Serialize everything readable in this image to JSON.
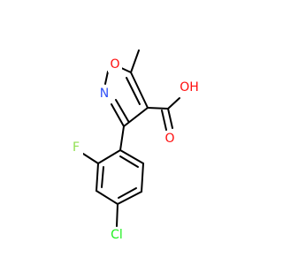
{
  "molecule": {
    "atoms": {
      "o_ring": {
        "text": "O",
        "color": "#ff0d0d"
      },
      "n_ring": {
        "text": "N",
        "color": "#3050f8"
      },
      "o_hydroxyl": {
        "text": "OH",
        "color": "#ff0d0d"
      },
      "o_carbonyl": {
        "text": "O",
        "color": "#ff0d0d"
      },
      "fluorine": {
        "text": "F",
        "color": "#90e050"
      },
      "chlorine": {
        "text": "Cl",
        "color": "#1ff01f"
      }
    }
  }
}
